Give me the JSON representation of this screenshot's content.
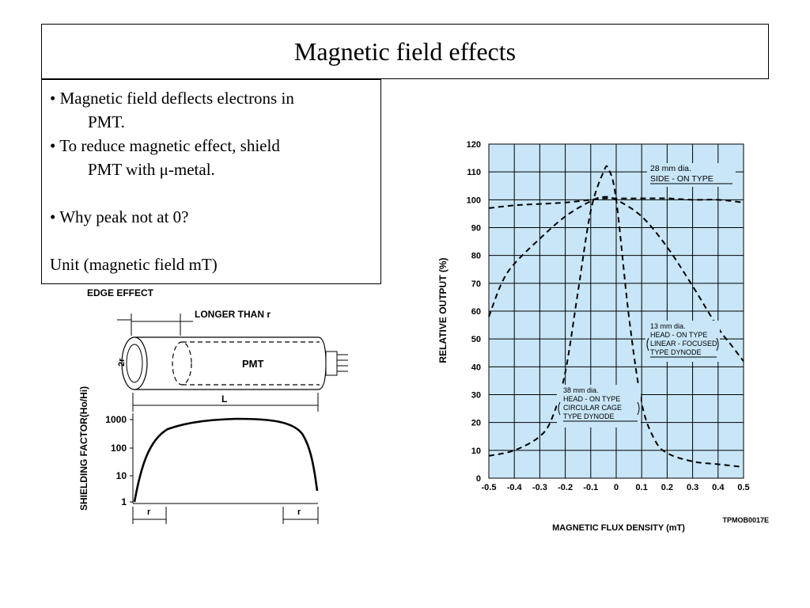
{
  "slide": {
    "title": "Magnetic field effects",
    "bullets": {
      "b1_line1": "• Magnetic field deflects electrons in",
      "b1_line2": "PMT.",
      "b2_line1": "• To reduce magnetic effect, shield",
      "b2_line2": "PMT with μ-metal.",
      "b3": "• Why peak not at 0?",
      "unit_note": "Unit (magnetic field mT)"
    }
  },
  "shield_diagram": {
    "edge_effect_label": "EDGE EFFECT",
    "longer_label": "LONGER THAN r",
    "radius_label": "2r",
    "pmt_label": "PMT",
    "length_label": "L",
    "ylabel": "SHIELDING FACTOR(Ho/Hi)",
    "yticks": [
      "1000",
      "100",
      "10",
      "1"
    ],
    "r_left": "r",
    "r_right": "r"
  },
  "chart_data": {
    "type": "line",
    "xlabel": "MAGNETIC FLUX DENSITY (mT)",
    "ylabel": "RELATIVE OUTPUT (%)",
    "figure_code": "TPMOB0017E",
    "xlim": [
      -0.5,
      0.5
    ],
    "ylim": [
      0,
      120
    ],
    "xticks": [
      "-0.5",
      "-0.4",
      "-0.3",
      "-0.2",
      "-0.1",
      "0",
      "0.1",
      "0.2",
      "0.3",
      "0.4",
      "0.5"
    ],
    "yticks": [
      "0",
      "10",
      "20",
      "30",
      "40",
      "50",
      "60",
      "70",
      "80",
      "90",
      "100",
      "110",
      "120"
    ],
    "grid": true,
    "background": "#c8e6f8",
    "series": [
      {
        "name": "28 mm dia. SIDE - ON TYPE",
        "label_lines": [
          "28 mm dia.",
          "SIDE - ON TYPE"
        ],
        "x": [
          -0.5,
          -0.4,
          -0.3,
          -0.2,
          -0.1,
          -0.05,
          0,
          0.1,
          0.2,
          0.3,
          0.4,
          0.5
        ],
        "y": [
          97,
          98,
          98.5,
          99,
          100,
          100.5,
          100.5,
          100.5,
          100.5,
          100,
          100,
          99
        ]
      },
      {
        "name": "13 mm dia. HEAD - ON TYPE LINEAR - FOCUSED TYPE DYNODE",
        "label_lines": [
          "13 mm dia.",
          "HEAD - ON TYPE",
          "LINEAR - FOCUSED",
          "TYPE DYNODE"
        ],
        "x": [
          -0.5,
          -0.45,
          -0.4,
          -0.3,
          -0.2,
          -0.1,
          -0.05,
          0,
          0.1,
          0.2,
          0.3,
          0.4,
          0.45,
          0.5
        ],
        "y": [
          58,
          70,
          77,
          86,
          94,
          99.5,
          101,
          100,
          94,
          83,
          69,
          54,
          48,
          42
        ]
      },
      {
        "name": "38 mm dia. HEAD - ON TYPE CIRCULAR CAGE TYPE DYNODE",
        "label_lines": [
          "38 mm dia.",
          "HEAD - ON TYPE",
          "CIRCULAR CAGE",
          "TYPE DYNODE"
        ],
        "x": [
          -0.5,
          -0.4,
          -0.3,
          -0.25,
          -0.2,
          -0.15,
          -0.1,
          -0.05,
          -0.03,
          0,
          0.05,
          0.1,
          0.15,
          0.2,
          0.3,
          0.4,
          0.5
        ],
        "y": [
          8,
          10,
          15,
          22,
          38,
          67,
          96,
          110,
          111,
          100,
          58,
          27,
          14,
          9,
          6,
          5,
          4
        ]
      }
    ]
  }
}
